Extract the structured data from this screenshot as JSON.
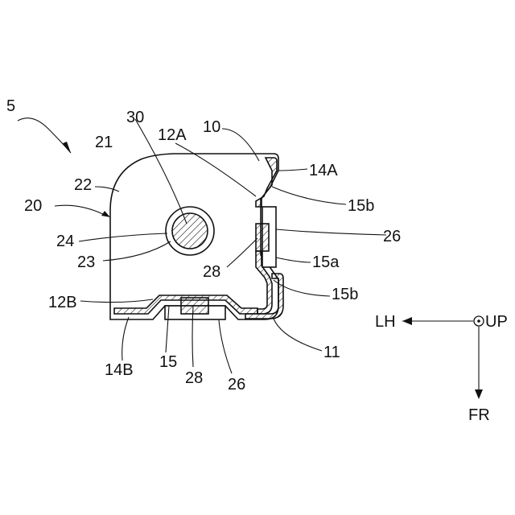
{
  "labels": {
    "l5": "5",
    "l21": "21",
    "l22": "22",
    "l20": "20",
    "l30": "30",
    "l12A": "12A",
    "l10": "10",
    "l14A": "14A",
    "l15b_top": "15b",
    "l26_right": "26",
    "l24": "24",
    "l23": "23",
    "l28_right": "28",
    "l15a": "15a",
    "l15b_bottom": "15b",
    "l12B": "12B",
    "l11": "11",
    "l14B": "14B",
    "l15": "15",
    "l28_bottom": "28",
    "l26_bottom": "26"
  },
  "axes": {
    "left": "LH",
    "center": "UP",
    "down": "FR"
  }
}
